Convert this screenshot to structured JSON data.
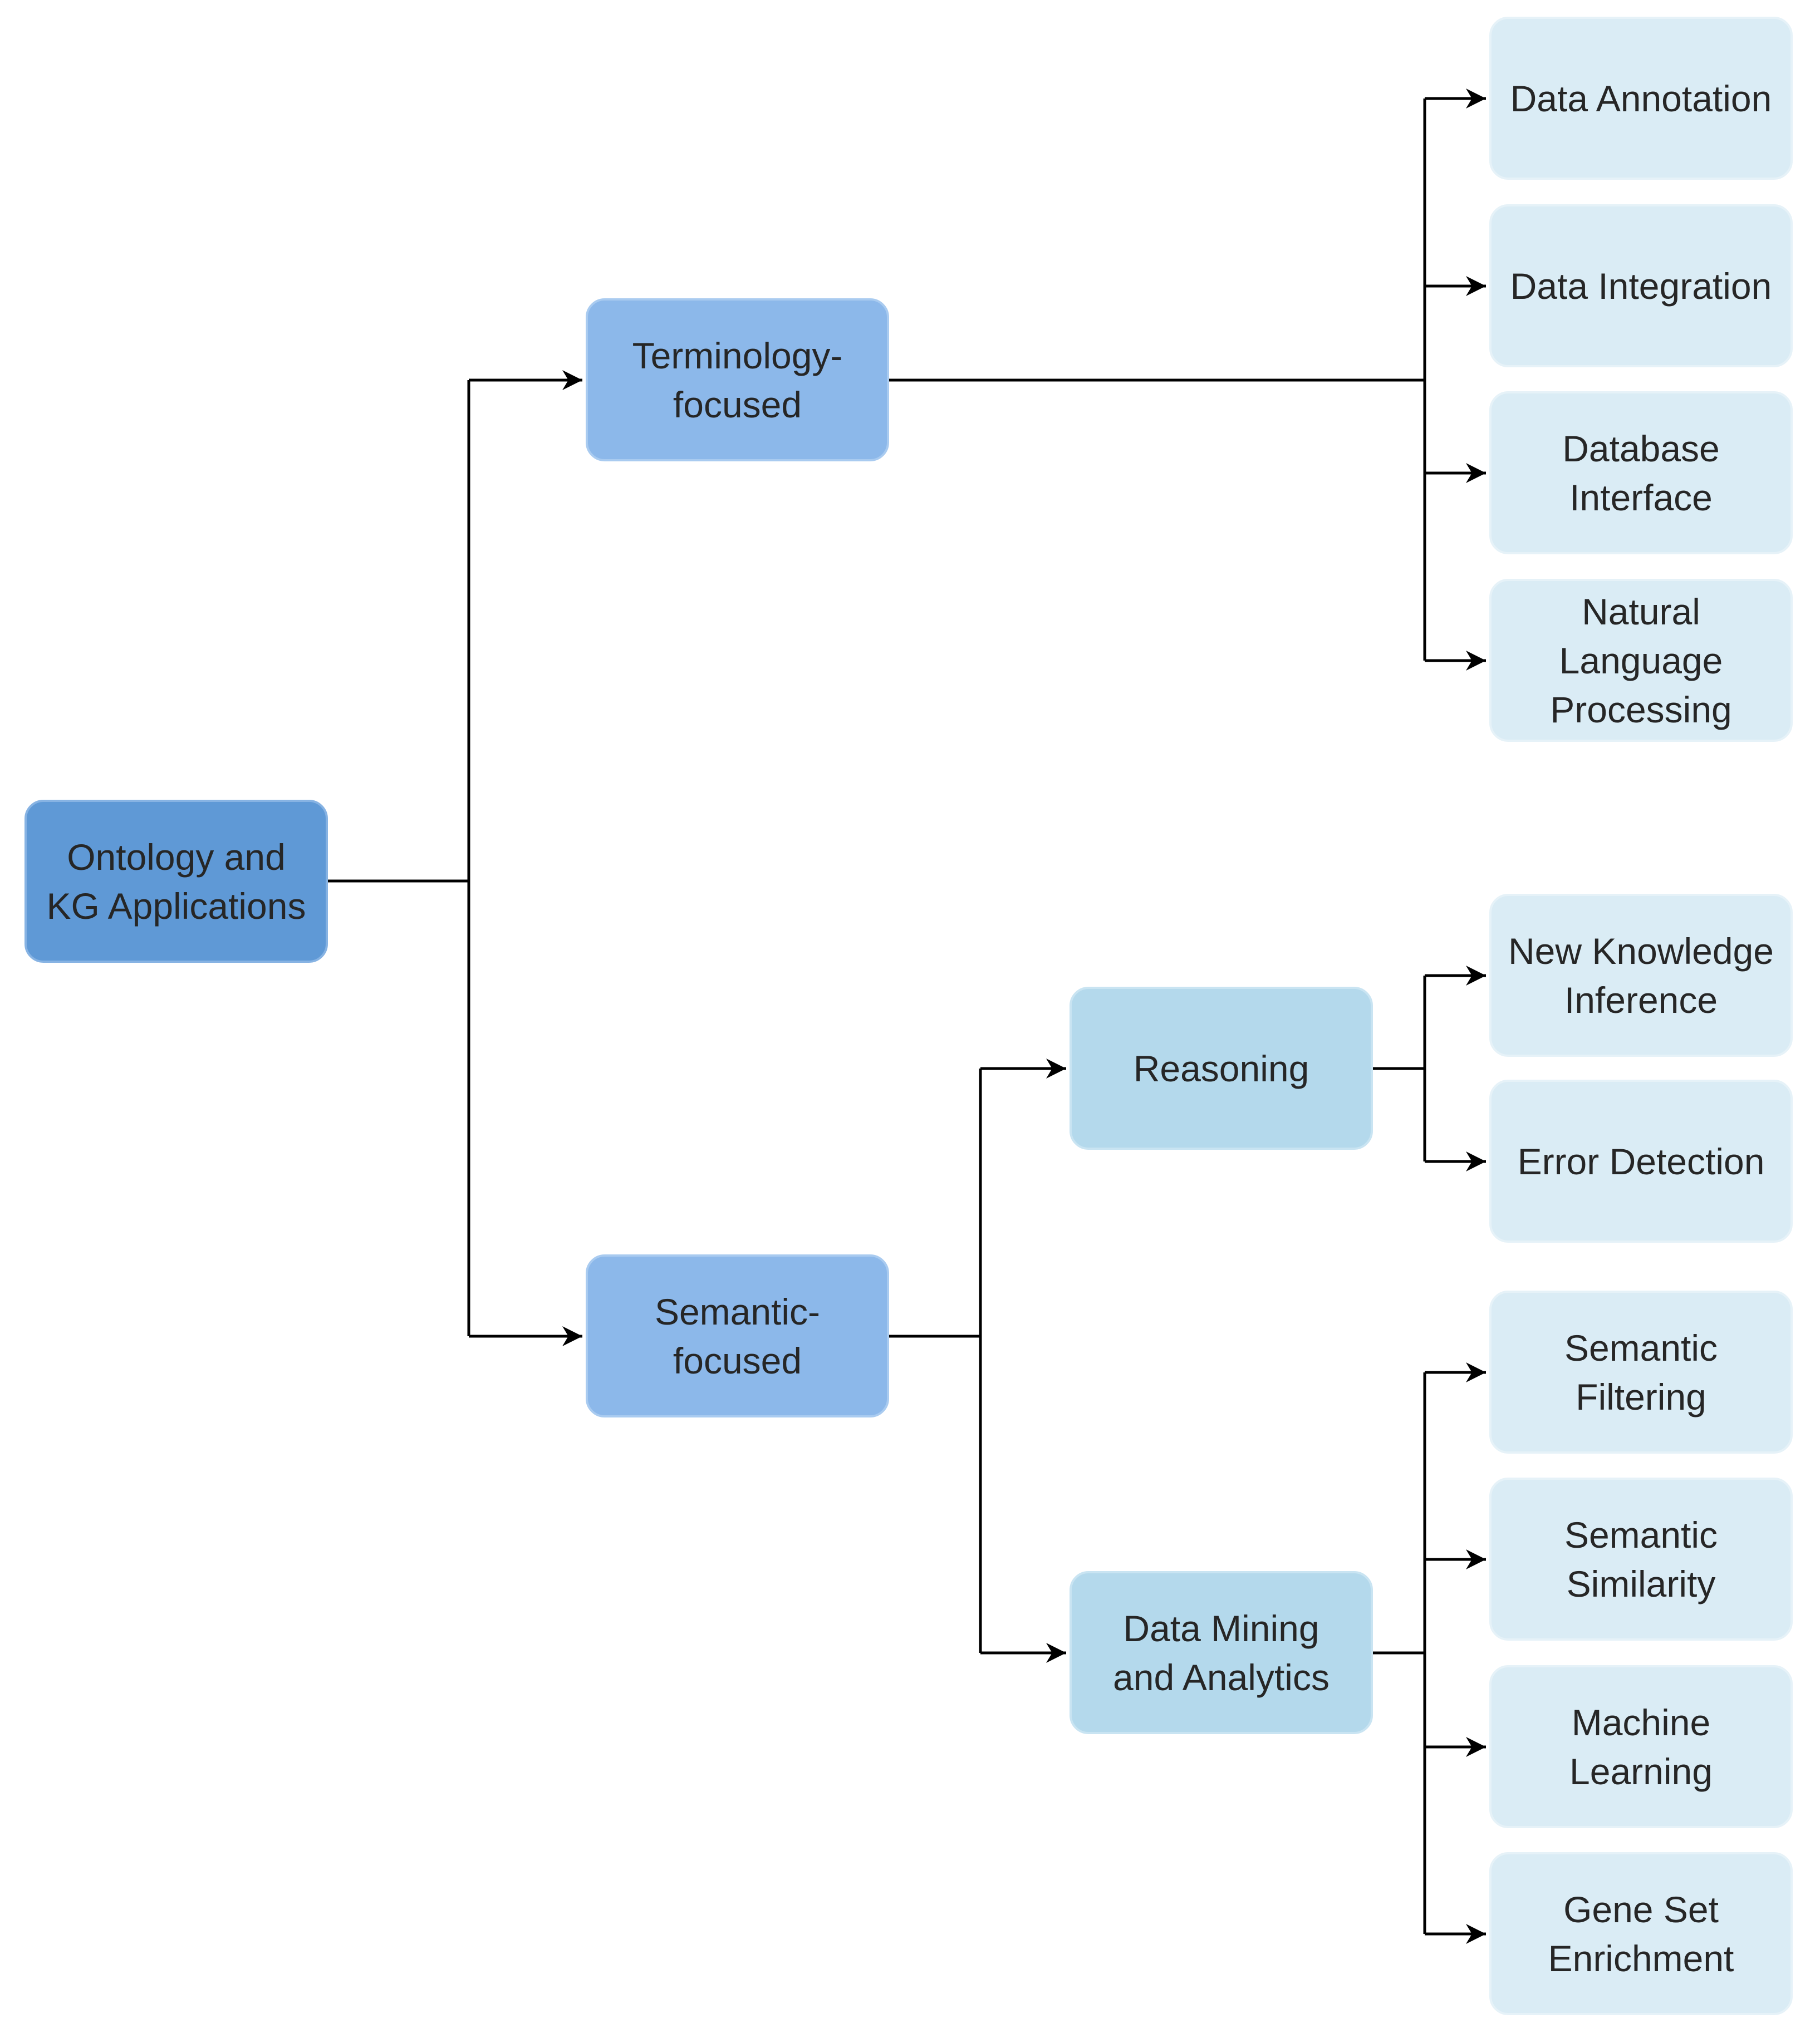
{
  "diagram": {
    "root": "Ontology and\nKG Applications",
    "terminology": {
      "label": "Terminology-\nfocused",
      "leaves": [
        "Data Annotation",
        "Data Integration",
        "Database\nInterface",
        "Natural\nLanguage\nProcessing"
      ]
    },
    "semantic": {
      "label": "Semantic-\nfocused",
      "reasoning": {
        "label": "Reasoning",
        "leaves": [
          "New Knowledge\nInference",
          "Error Detection"
        ]
      },
      "mining": {
        "label": "Data Mining\nand Analytics",
        "leaves": [
          "Semantic\nFiltering",
          "Semantic\nSimilarity",
          "Machine\nLearning",
          "Gene Set\nEnrichment"
        ]
      }
    },
    "colors": {
      "root": "#5f99d6",
      "level1": "#8cb8ea",
      "level2": "#b4d9ec",
      "leaf": "#daecf5",
      "connector": "#000000"
    }
  }
}
